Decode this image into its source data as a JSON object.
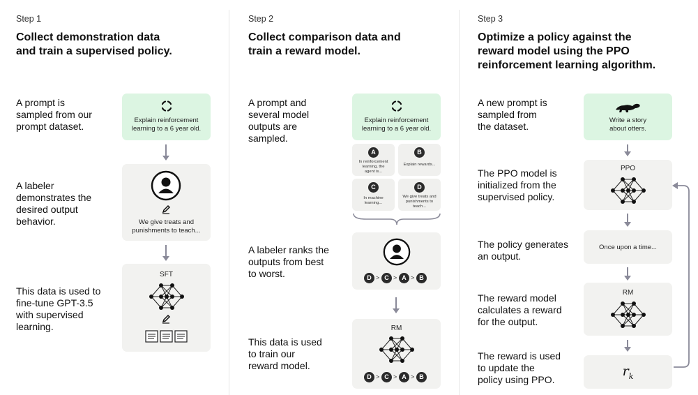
{
  "step1": {
    "label": "Step 1",
    "title_l1": "Collect demonstration data",
    "title_l2": "and train a supervised policy.",
    "d1": [
      "A prompt is",
      "sampled from our",
      "prompt dataset."
    ],
    "d2": [
      "A labeler",
      "demonstrates the",
      "desired output",
      "behavior."
    ],
    "d3": [
      "This data is used to",
      "fine-tune GPT-3.5",
      "with supervised",
      "learning."
    ],
    "prompt_l1": "Explain reinforcement",
    "prompt_l2": "learning to a 6 year old.",
    "demo_l1": "We give treats and",
    "demo_l2": "punishments to teach...",
    "model": "SFT"
  },
  "step2": {
    "label": "Step 2",
    "title_l1": "Collect comparison data and",
    "title_l2": "train a reward model.",
    "d1": [
      "A prompt and",
      "several model",
      "outputs are",
      "sampled."
    ],
    "d2": [
      "A labeler ranks the",
      "outputs from best",
      "to worst."
    ],
    "d3": [
      "This data is used",
      "to train our",
      "reward model."
    ],
    "prompt_l1": "Explain reinforcement",
    "prompt_l2": "learning to a 6 year old.",
    "outputs": [
      {
        "badge": "A",
        "lines": [
          "In reinforcement",
          "learning, the",
          "agent is..."
        ]
      },
      {
        "badge": "B",
        "lines": [
          "Explain rewards..."
        ]
      },
      {
        "badge": "C",
        "lines": [
          "In machine",
          "learning..."
        ]
      },
      {
        "badge": "D",
        "lines": [
          "We give treats and",
          "punishments to",
          "teach..."
        ]
      }
    ],
    "ranking": [
      "D",
      "C",
      "A",
      "B"
    ],
    "gt": ">",
    "model": "RM"
  },
  "step3": {
    "label": "Step 3",
    "title_l1": "Optimize a policy against the",
    "title_l2": "reward model using the PPO",
    "title_l3": "reinforcement learning algorithm.",
    "d1": [
      "A new prompt is",
      "sampled from",
      "the dataset."
    ],
    "d2": [
      "The PPO model is",
      "initialized from the",
      "supervised policy."
    ],
    "d3": [
      "The policy generates",
      "an output."
    ],
    "d4": [
      "The reward model",
      "calculates a reward",
      "for the output."
    ],
    "d5": [
      "The reward is used",
      "to update the",
      "policy using PPO."
    ],
    "prompt_l1": "Write a story",
    "prompt_l2": "about otters.",
    "ppo": "PPO",
    "output": "Once upon a time...",
    "rm": "RM",
    "reward_symbol": "r",
    "reward_sub": "k"
  },
  "colors": {
    "green_box": "#dcf5e2",
    "grey_box": "#f2f2f0",
    "arrow": "#8a8a99",
    "badge": "#2b2b2b"
  }
}
